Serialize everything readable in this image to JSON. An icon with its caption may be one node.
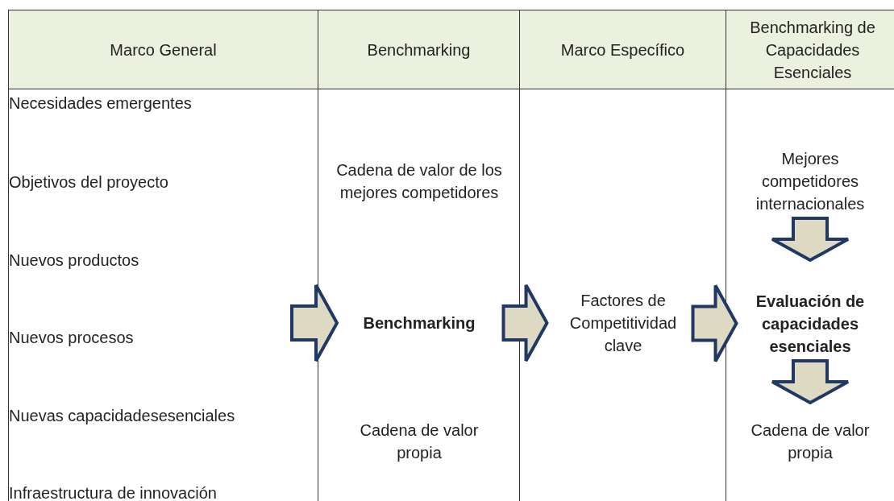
{
  "diagram": {
    "nodes": [
      {
        "text": [
          "Marco General"
        ]
      },
      {
        "text": [
          "Necesidades emergentes"
        ],
        "in": 0
      },
      {
        "text": [
          "Objetivos del proyecto"
        ],
        "in": 0
      },
      {
        "text": [
          "Nuevos productos"
        ],
        "in": 0
      },
      {
        "text": [
          "Nuevos procesos"
        ],
        "in": 0
      },
      {
        "text": [
          "Nuevas capacidadesesenciales"
        ],
        "in": 0
      },
      {
        "text": [
          "Infraestructura de innovación"
        ],
        "in": 0
      },
      {
        "text": [
          "Benchmarking"
        ]
      },
      {
        "text": [
          "Cadena de valor de los mejores competidores"
        ],
        "in": 7
      },
      {
        "text": [
          "Benchmarking"
        ],
        "in": 7
      },
      {
        "text": [
          "Cadena de valor propia"
        ],
        "in": 7
      },
      {
        "text": [
          "Marco Específico"
        ]
      },
      {
        "text": [
          "Factores de Competitividad clave"
        ],
        "in": 11
      },
      {
        "text": [
          "Benchmarking de Capacidades Esenciales"
        ]
      },
      {
        "text": [
          "Mejores competidores internacionales"
        ],
        "in": 13
      },
      {
        "text": [
          "Evaluación de capacidades esenciales"
        ],
        "in": 13
      },
      {
        "text": [
          "Cadena de valor propia"
        ],
        "in": 13
      }
    ],
    "edges": [
      {
        "from": 0,
        "to": 9,
        "arrow": "to"
      },
      {
        "from": 9,
        "to": 12,
        "arrow": "to"
      },
      {
        "from": 12,
        "to": 15,
        "arrow": "to"
      },
      {
        "from": 14,
        "to": 15,
        "arrow": "to"
      },
      {
        "from": 15,
        "to": 16,
        "arrow": "to"
      }
    ]
  }
}
